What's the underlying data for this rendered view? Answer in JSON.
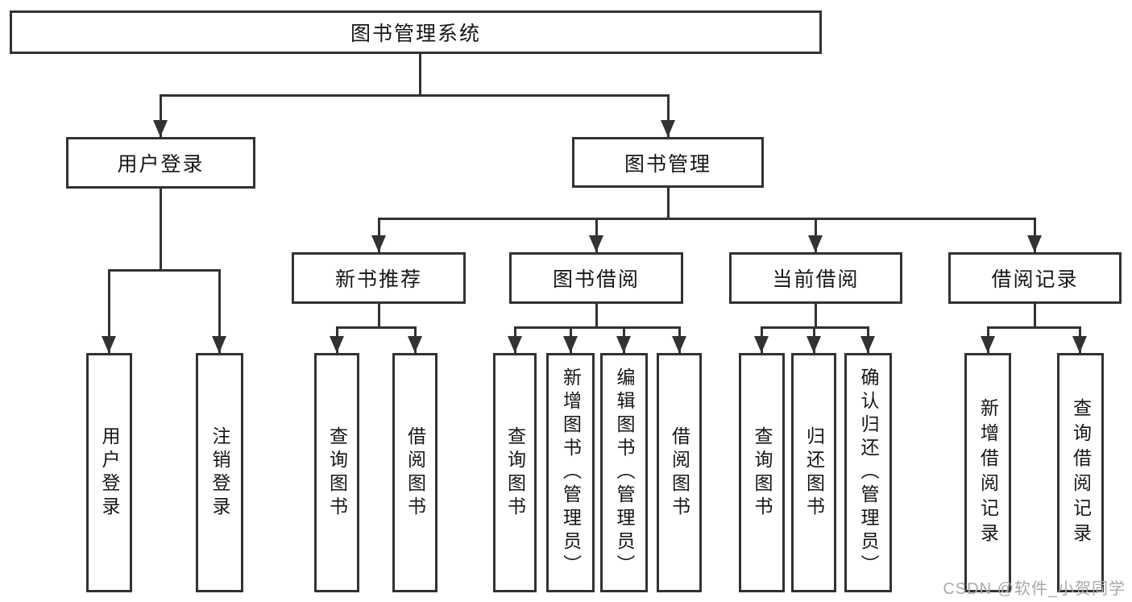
{
  "colors": {
    "line": "#323232",
    "text": "#161616",
    "watermark": "#a9a9a9",
    "background": "#ffffff"
  },
  "watermark": "CSDN @软件_小贺同学",
  "tree": {
    "label": "图书管理系统",
    "children": [
      {
        "label": "用户登录",
        "children": [
          {
            "label": "用户登录"
          },
          {
            "label": "注销登录"
          }
        ]
      },
      {
        "label": "图书管理",
        "children": [
          {
            "label": "新书推荐",
            "children": [
              {
                "label": "查询图书"
              },
              {
                "label": "借阅图书"
              }
            ]
          },
          {
            "label": "图书借阅",
            "children": [
              {
                "label": "查询图书"
              },
              {
                "label": "新增图书（管理员）"
              },
              {
                "label": "编辑图书（管理员）"
              },
              {
                "label": "借阅图书"
              }
            ]
          },
          {
            "label": "当前借阅",
            "children": [
              {
                "label": "查询图书"
              },
              {
                "label": "归还图书"
              },
              {
                "label": "确认归还（管理员）"
              }
            ]
          },
          {
            "label": "借阅记录",
            "children": [
              {
                "label": "新增借阅记录"
              },
              {
                "label": "查询借阅记录"
              }
            ]
          }
        ]
      }
    ]
  }
}
